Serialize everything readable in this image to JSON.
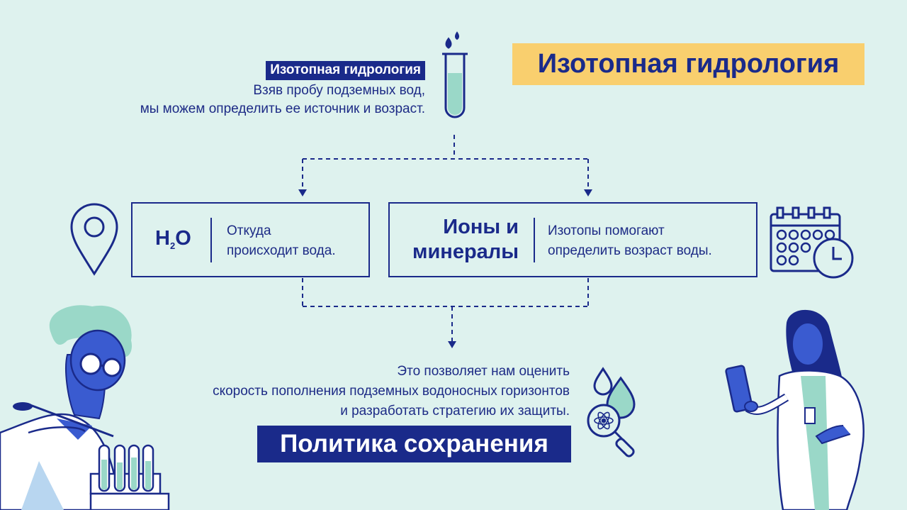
{
  "title": "Изотопная гидрология",
  "intro": {
    "label": "Изотопная гидрология",
    "line1": "Взяв пробу подземных вод,",
    "line2": "мы можем определить ее источник и возраст."
  },
  "left_box": {
    "formula_main": "H",
    "formula_sub": "2",
    "formula_end": "O",
    "line1": "Откуда",
    "line2": "происходит вода."
  },
  "right_box": {
    "heading_line1": "Ионы и",
    "heading_line2": "минералы",
    "line1": "Изотопы помогают",
    "line2": "определить возраст воды."
  },
  "conclusion": {
    "line1": "Это позволяет нам оценить",
    "line2": "скорость пополнения подземных водоносных горизонтов",
    "line3": "и разработать стратегию их защиты."
  },
  "policy": "Политика сохранения",
  "colors": {
    "background": "#def2ee",
    "navy": "#1a2a8a",
    "yellow": "#f9cf6e",
    "mint": "#9ad8c8",
    "blue": "#3a5bd0"
  },
  "icons": [
    "test-tube-icon",
    "location-pin-icon",
    "calendar-clock-icon",
    "water-drops-icon",
    "magnifier-atom-icon"
  ]
}
